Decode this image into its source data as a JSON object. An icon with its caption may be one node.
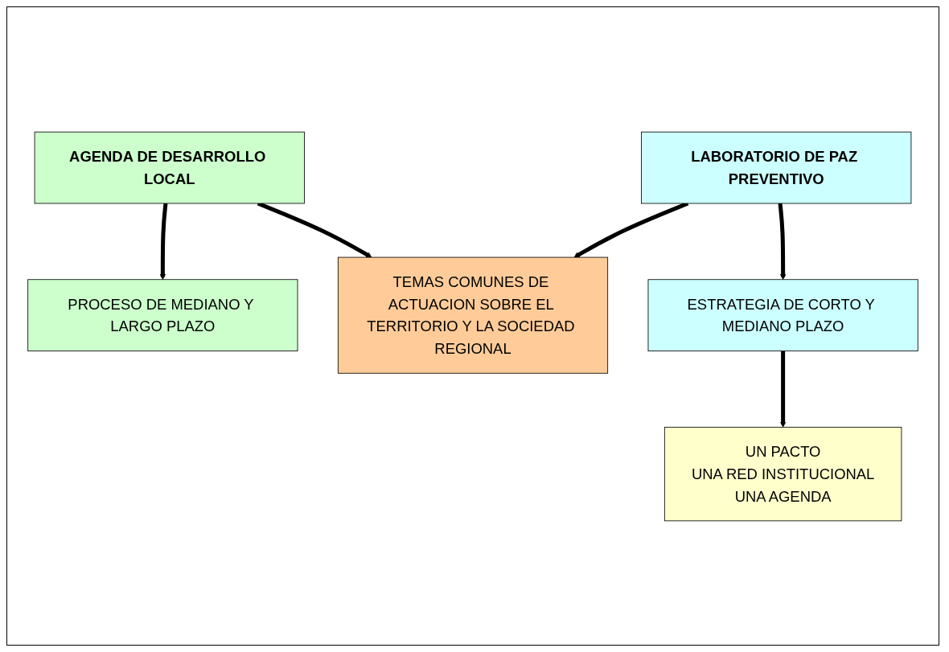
{
  "diagram": {
    "nodes": [
      {
        "text": [
          "AGENDA DE DESARROLLO LOCAL"
        ]
      },
      {
        "text": [
          "LABORATORIO DE PAZ PREVENTIVO"
        ]
      },
      {
        "text": [
          "TEMAS COMUNES DE ACTUACION SOBRE EL TERRITORIO Y LA SOCIEDAD REGIONAL"
        ]
      },
      {
        "text": [
          "PROCESO DE MEDIANO Y LARGO PLAZO"
        ]
      },
      {
        "text": [
          "ESTRATEGIA DE CORTO Y MEDIANO PLAZO"
        ]
      },
      {
        "text": [
          "UN PACTO",
          "UNA RED INSTITUCIONAL",
          "UNA AGENDA"
        ]
      }
    ],
    "edges": [
      {
        "from": 0,
        "to": 3,
        "arrow": "to"
      },
      {
        "from": 0,
        "to": 2,
        "arrow": "to"
      },
      {
        "from": 1,
        "to": 2,
        "arrow": "to"
      },
      {
        "from": 1,
        "to": 4,
        "arrow": "to"
      },
      {
        "from": 4,
        "to": 5,
        "arrow": "to"
      }
    ]
  }
}
